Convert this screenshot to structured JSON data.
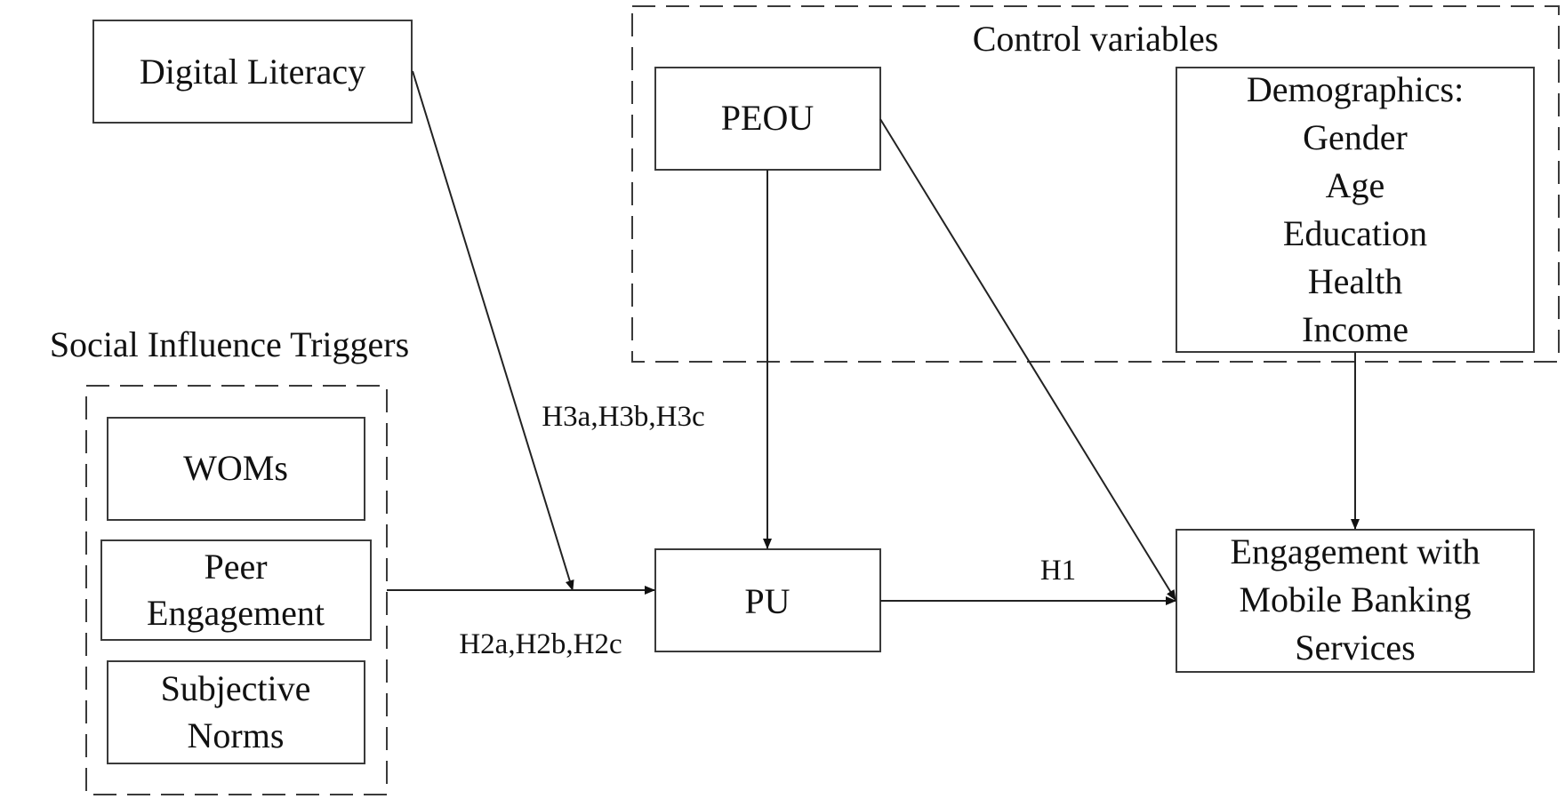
{
  "groups": {
    "control": {
      "title": "Control variables"
    },
    "social": {
      "title": "Social Influence Triggers"
    }
  },
  "nodes": {
    "digital_literacy": {
      "lines": [
        "Digital Literacy"
      ]
    },
    "peou": {
      "lines": [
        "PEOU"
      ]
    },
    "demographics": {
      "lines": [
        "Demographics:",
        "Gender",
        "Age",
        "Education",
        "Health",
        "Income"
      ]
    },
    "woms": {
      "lines": [
        "WOMs"
      ]
    },
    "peer_engagement": {
      "lines": [
        "Peer",
        "Engagement"
      ]
    },
    "subjective_norms": {
      "lines": [
        "Subjective",
        "Norms"
      ]
    },
    "pu": {
      "lines": [
        "PU"
      ]
    },
    "engagement": {
      "lines": [
        "Engagement with",
        "Mobile Banking",
        "Services"
      ]
    }
  },
  "edges": {
    "h3": {
      "label": "H3a,H3b,H3c"
    },
    "h2": {
      "label": "H2a,H2b,H2c"
    },
    "h1": {
      "label": "H1"
    }
  }
}
